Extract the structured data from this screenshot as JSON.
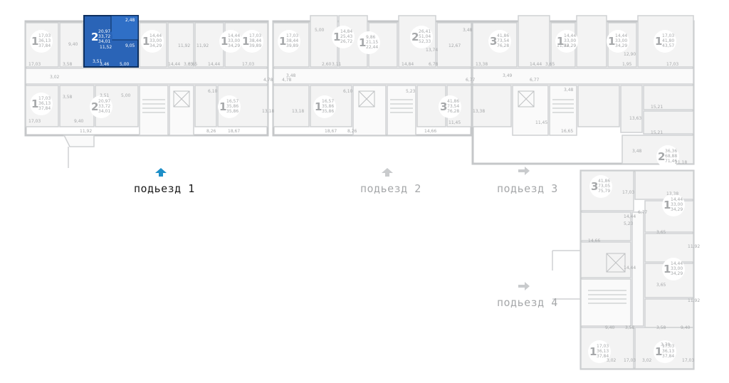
{
  "colors": {
    "wall": "#cfd1d3",
    "wall_dark": "#a9acae",
    "room_fill": "#f3f3f3",
    "circle_fill": "#ffffff",
    "text_gray": "#a6a8aa",
    "text_active": "#1a1a1a",
    "highlight": "#2a64b7",
    "highlight_text": "#ffffff",
    "arrow_active": "#1e8fc8",
    "arrow_inactive": "#c9cbcd"
  },
  "entrances": [
    {
      "id": "e1",
      "label": "подьезд 1",
      "active": true
    },
    {
      "id": "e2",
      "label": "подьезд 2",
      "active": false
    },
    {
      "id": "e3",
      "label": "подьезд 3",
      "active": false
    },
    {
      "id": "e4",
      "label": "подьезд 4",
      "active": false
    }
  ],
  "apartments": [
    {
      "id": "a1",
      "rooms": "1",
      "areas": [
        "17,03",
        "36,13",
        "37,84"
      ],
      "state": "normal"
    },
    {
      "id": "a2",
      "rooms": "2",
      "areas": [
        "20,97",
        "33,72",
        "34,01"
      ],
      "state": "selected"
    },
    {
      "id": "a3",
      "rooms": "1",
      "areas": [
        "14,44",
        "33,00",
        "34,29"
      ],
      "state": "normal"
    },
    {
      "id": "a4",
      "rooms": "1",
      "areas": [
        "14,44",
        "33,00",
        "34,29"
      ],
      "state": "normal"
    },
    {
      "id": "a5",
      "rooms": "1",
      "areas": [
        "17,03",
        "38,44",
        "39,89"
      ],
      "state": "normal"
    },
    {
      "id": "a6",
      "rooms": "1",
      "areas": [
        "17,03",
        "36,13",
        "37,84"
      ],
      "state": "normal"
    },
    {
      "id": "a7",
      "rooms": "2",
      "areas": [
        "20,97",
        "33,72",
        "34,01"
      ],
      "state": "normal"
    },
    {
      "id": "a8",
      "rooms": "1",
      "areas": [
        "16,57",
        "35,86",
        "35,86"
      ],
      "state": "normal"
    },
    {
      "id": "a9",
      "rooms": "1",
      "areas": [
        "17,03",
        "38,44",
        "39,89"
      ],
      "state": "normal"
    },
    {
      "id": "a10",
      "rooms": "1",
      "areas": [
        "14,84",
        "25,43",
        "26,72"
      ],
      "state": "normal"
    },
    {
      "id": "a11",
      "rooms": "1",
      "areas": [
        "9,86",
        "21,15",
        "22,44"
      ],
      "state": "normal"
    },
    {
      "id": "a12",
      "rooms": "2",
      "areas": [
        "26,41",
        "51,04",
        "52,33"
      ],
      "state": "normal"
    },
    {
      "id": "a13",
      "rooms": "1",
      "areas": [
        "16,57",
        "35,86",
        "35,86"
      ],
      "state": "normal"
    },
    {
      "id": "a14",
      "rooms": "3",
      "areas": [
        "41,86",
        "73,54",
        "76,28"
      ],
      "state": "normal"
    },
    {
      "id": "a15",
      "rooms": "3",
      "areas": [
        "41,86",
        "73,54",
        "76,28"
      ],
      "state": "normal"
    },
    {
      "id": "a16",
      "rooms": "1",
      "areas": [
        "14,44",
        "33,00",
        "34,29"
      ],
      "state": "normal"
    },
    {
      "id": "a17",
      "rooms": "1",
      "areas": [
        "14,44",
        "33,00",
        "34,29"
      ],
      "state": "normal"
    },
    {
      "id": "a18",
      "rooms": "1",
      "areas": [
        "17,03",
        "41,80",
        "43,57"
      ],
      "state": "normal"
    },
    {
      "id": "a19",
      "rooms": "2",
      "areas": [
        "36,36",
        "68,88",
        "71,46"
      ],
      "state": "normal"
    },
    {
      "id": "a20",
      "rooms": "3",
      "areas": [
        "41,86",
        "73,05",
        "75,79"
      ],
      "state": "normal"
    },
    {
      "id": "a21",
      "rooms": "1",
      "areas": [
        "14,44",
        "33,00",
        "34,29"
      ],
      "state": "normal"
    },
    {
      "id": "a22",
      "rooms": "1",
      "areas": [
        "14,44",
        "33,00",
        "34,29"
      ],
      "state": "normal"
    },
    {
      "id": "a23",
      "rooms": "1",
      "areas": [
        "17,03",
        "36,13",
        "37,84"
      ],
      "state": "normal"
    },
    {
      "id": "a24",
      "rooms": "1",
      "areas": [
        "17,03",
        "36,13",
        "37,84"
      ],
      "state": "normal"
    }
  ],
  "room_labels": [
    "9,40",
    "3,58",
    "17,03",
    "3,02",
    "11,52",
    "3,46",
    "5,00",
    "9,05",
    "2,48",
    "3,51",
    "14,44",
    "3,65",
    "11,92",
    "14,44",
    "3,65",
    "11,92",
    "17,03",
    "5,00",
    "3,58",
    "9,40",
    "17,03",
    "11,92",
    "3,51",
    "6,10",
    "8,26",
    "18,67",
    "13,18",
    "4,78",
    "3,48",
    "13,18",
    "4,78",
    "6,10",
    "18,67",
    "8,26",
    "5,00",
    "2,60",
    "3,11",
    "14,84",
    "6,78",
    "13,74",
    "12,67",
    "3,48",
    "5,23",
    "11,45",
    "14,66",
    "6,77",
    "13,38",
    "3,49",
    "13,38",
    "14,44",
    "3,65",
    "11,92",
    "12,90",
    "1,95",
    "17,03",
    "6,77",
    "3,48",
    "11,45",
    "16,65",
    "13,63",
    "15,21",
    "15,21",
    "21,18",
    "3,48",
    "13,38",
    "17,03",
    "6,77",
    "14,44",
    "5,23",
    "3,65",
    "11,92",
    "14,66",
    "3,65",
    "11,92",
    "14,44",
    "9,40",
    "3,58",
    "3,58",
    "9,40",
    "17,03",
    "3,02",
    "3,02",
    "17,03",
    "3,78"
  ]
}
